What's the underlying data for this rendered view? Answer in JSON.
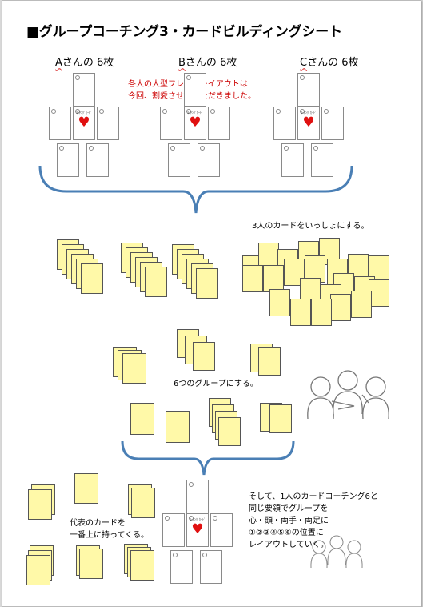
{
  "title": "■グループコーチング3・カードビルディングシート",
  "people": [
    {
      "label_u": "A",
      "label_rest": "さんの 6枚"
    },
    {
      "label_u": "B",
      "label_rest": "さんの 6枚"
    },
    {
      "label_u": "C",
      "label_rest": "さんの 6枚"
    }
  ],
  "red_note": [
    "各人の人型フレームレイアウトは",
    "今回、割愛させていただきました。"
  ],
  "center_card_text": "ｺｰﾁﾝｸﾞｶｰﾄﾞ",
  "merge_caption": "3人のカードをいっしょにする。",
  "group_caption": "6つのグループにする。",
  "rep_caption": [
    "代表のカードを",
    "一番上に持ってくる。"
  ],
  "final_caption": [
    "そして、1人のカードコーチング6と",
    "同じ要領でグループを",
    "心・頭・両手・両足に",
    "①②③④⑤⑥の位置に",
    "レイアウトしていく。"
  ],
  "colors": {
    "heart": "#e01010",
    "note_red": "#cc0000",
    "bracket": "#4a7fb5",
    "sticky": "#fff9a8"
  }
}
